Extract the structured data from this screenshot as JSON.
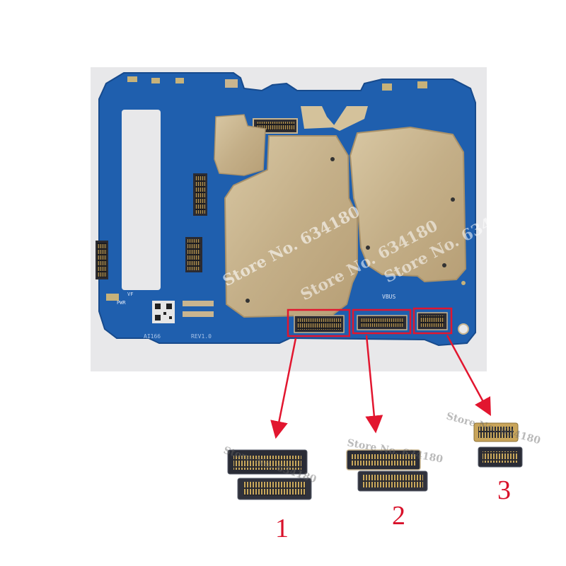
{
  "photo": {
    "board_silkscreen": [
      "AI166",
      "REV1.0",
      "VBUS",
      "PWR",
      "VF"
    ],
    "watermark": "Store No. 634180",
    "labels": [
      "1",
      "2",
      "3"
    ],
    "colors": {
      "pcb": "#1f5fae",
      "pcb_dark": "#174a8c",
      "shield": "#c9b58f",
      "highlight": "#e2162f",
      "connector": "#2b2b33",
      "pins": "#c8a45a"
    }
  }
}
